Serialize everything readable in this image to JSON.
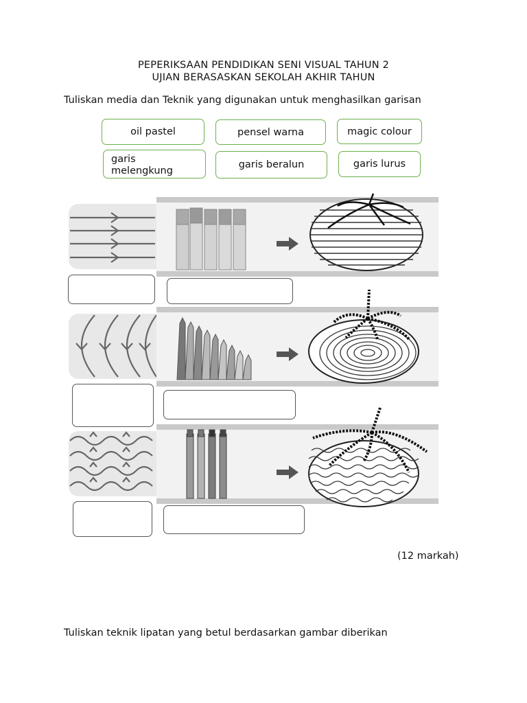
{
  "header": {
    "title_line1": "PEPERIKSAAN PENDIDIKAN SENI VISUAL TAHUN 2",
    "title_line2": "UJIAN BERASASKAN SEKOLAH AKHIR TAHUN"
  },
  "question1": {
    "instruction": "Tuliskan media dan Teknik yang digunakan untuk menghasilkan garisan",
    "options": [
      "oil pastel",
      "pensel warna",
      "magic colour",
      "garis melengkung",
      "garis beralun",
      "garis lurus"
    ],
    "marks": "(12 markah)"
  },
  "question2": {
    "instruction": "Tuliskan teknik lipatan yang betul berdasarkan gambar diberikan"
  },
  "icons": {
    "row1_line": "straight-lines-icon",
    "row1_media": "oil-pastel-icon",
    "row2_line": "curved-lines-icon",
    "row2_media": "colour-pencil-icon",
    "row3_line": "wavy-lines-icon",
    "row3_media": "marker-icon",
    "arrow": "arrow-right-icon",
    "result": "tomato-icon"
  }
}
